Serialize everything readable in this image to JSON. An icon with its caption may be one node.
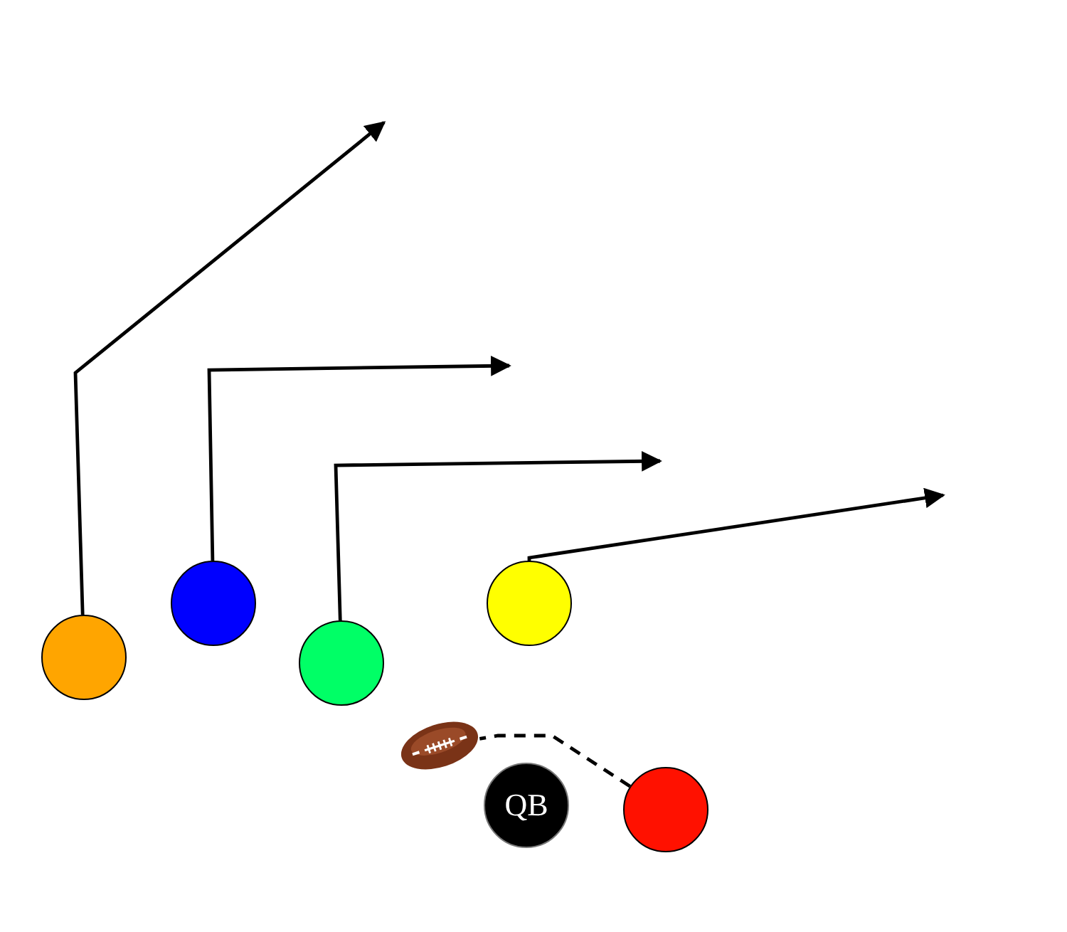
{
  "diagram": {
    "nodes": [
      {
        "text": [],
        "shape": "circle"
      },
      {
        "text": [],
        "shape": "circle"
      },
      {
        "text": [],
        "shape": "circle"
      },
      {
        "text": [],
        "shape": "circle"
      },
      {
        "text": [],
        "shape": "picture"
      },
      {
        "text": [
          "QB"
        ]
      },
      {
        "text": [],
        "shape": "circle"
      }
    ],
    "edges": [
      {
        "from": 0,
        "to": null,
        "arrow": "to"
      },
      {
        "from": 1,
        "to": null,
        "arrow": "to"
      },
      {
        "from": 2,
        "to": null,
        "arrow": "to"
      },
      {
        "from": 3,
        "to": null,
        "arrow": "to"
      },
      {
        "from": 6,
        "to": 4,
        "arrow": "none",
        "style": "dashed"
      }
    ]
  }
}
